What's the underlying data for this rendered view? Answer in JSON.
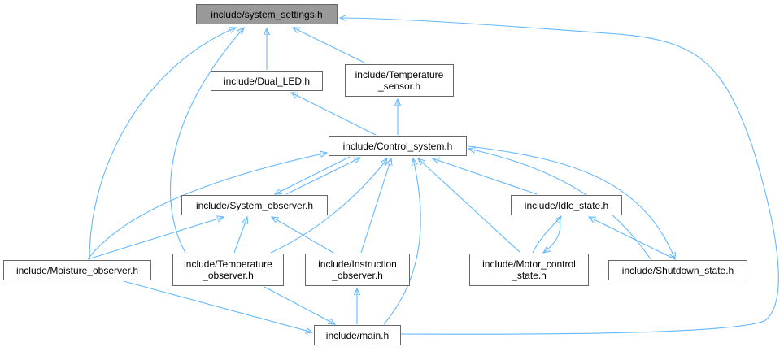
{
  "graph": {
    "edge_color": "#63b8ff",
    "nodes": {
      "system_settings": [
        "include/system_settings.h"
      ],
      "dual_led": [
        "include/Dual_LED.h"
      ],
      "temp_sensor": [
        "include/Temperature",
        "_sensor.h"
      ],
      "control_system": [
        "include/Control_system.h"
      ],
      "system_observer": [
        "include/System_observer.h"
      ],
      "idle_state": [
        "include/Idle_state.h"
      ],
      "moisture_observer": [
        "include/Moisture_observer.h"
      ],
      "temp_observer": [
        "include/Temperature",
        "_observer.h"
      ],
      "instruction_observer": [
        "include/Instruction",
        "_observer.h"
      ],
      "motor_state": [
        "include/Motor_control",
        "_state.h"
      ],
      "shutdown_state": [
        "include/Shutdown_state.h"
      ],
      "main": [
        "include/main.h"
      ]
    }
  }
}
